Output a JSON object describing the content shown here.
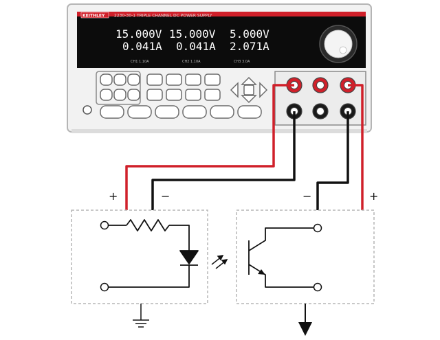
{
  "instrument": {
    "brand": "KEITHLEY",
    "model": "2230-30-1 TRIPLE CHANNEL DC POWER SUPPLY",
    "accent_color": "#d0202a",
    "channels": [
      {
        "voltage": "15.000V",
        "current": "0.041A",
        "label": "CH1 1.10A"
      },
      {
        "voltage": "15.000V",
        "current": "0.041A",
        "label": "CH2 1.10A"
      },
      {
        "voltage": "5.000V",
        "current": "2.071A",
        "label": "CH3 3.0A"
      }
    ]
  },
  "wiring": {
    "positive_color": "#d0202a",
    "negative_color": "#111111",
    "left_labels": {
      "plus": "+",
      "minus": "−"
    },
    "right_labels": {
      "minus": "−",
      "plus": "+"
    }
  },
  "circuit": {
    "input_side": {
      "parts": [
        "resistor",
        "led-diode"
      ]
    },
    "output_side": {
      "parts": [
        "phototransistor"
      ]
    },
    "ground_symbol": "ground",
    "output_arrow": "down-arrow"
  }
}
